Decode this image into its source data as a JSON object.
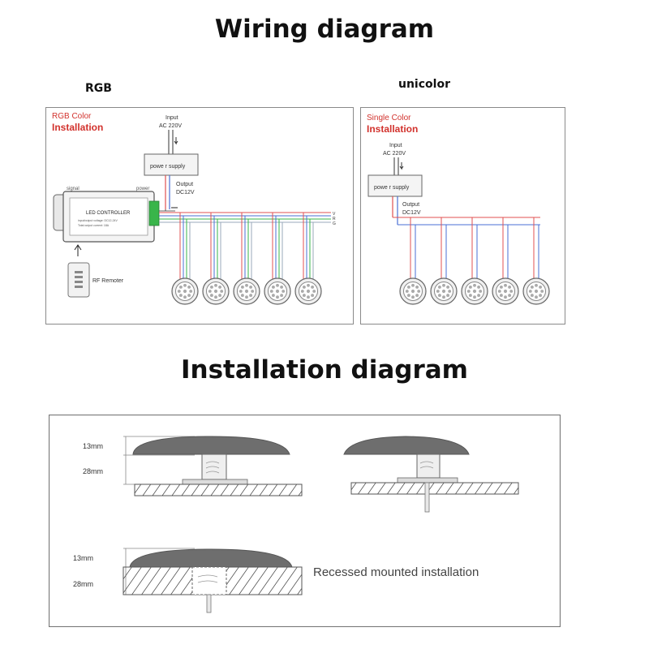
{
  "titles": {
    "wiring": "Wiring diagram",
    "installation": "Installation diagram"
  },
  "labels": {
    "rgb": "RGB",
    "unicolor": "unicolor"
  },
  "rgb_panel": {
    "heading_line1": "RGB Color",
    "heading_line2": "Installation",
    "input_line1": "Input",
    "input_line2": "AC 220V",
    "power_supply": "powe r supply",
    "output_line1": "Output",
    "output_line2": "DC12V",
    "signal": "signal",
    "power": "power",
    "controller": "LED CONTROLLER",
    "controller_sub1": "input/output voltage: DC12-24V",
    "controller_sub2": "Total output current: 18A",
    "remote": "RF Remoter",
    "lamp_count": 5
  },
  "unicolor_panel": {
    "heading_line1": "Single Color",
    "heading_line2": "Installation",
    "input_line1": "Input",
    "input_line2": "AC 220V",
    "power_supply": "powe r supply",
    "output_line1": "Output",
    "output_line2": "DC12V",
    "lamp_count": 5
  },
  "installation": {
    "dim_top": "13mm",
    "dim_bottom": "28mm",
    "recessed_caption": "Recessed mounted installation"
  },
  "colors": {
    "heading_red": "#d2322d",
    "wire_red": "#e05050",
    "wire_blue": "#4a6fd6",
    "wire_green": "#39b54a",
    "panel_border": "#8a8a8a",
    "lamp_body": "#6e6e6e"
  }
}
